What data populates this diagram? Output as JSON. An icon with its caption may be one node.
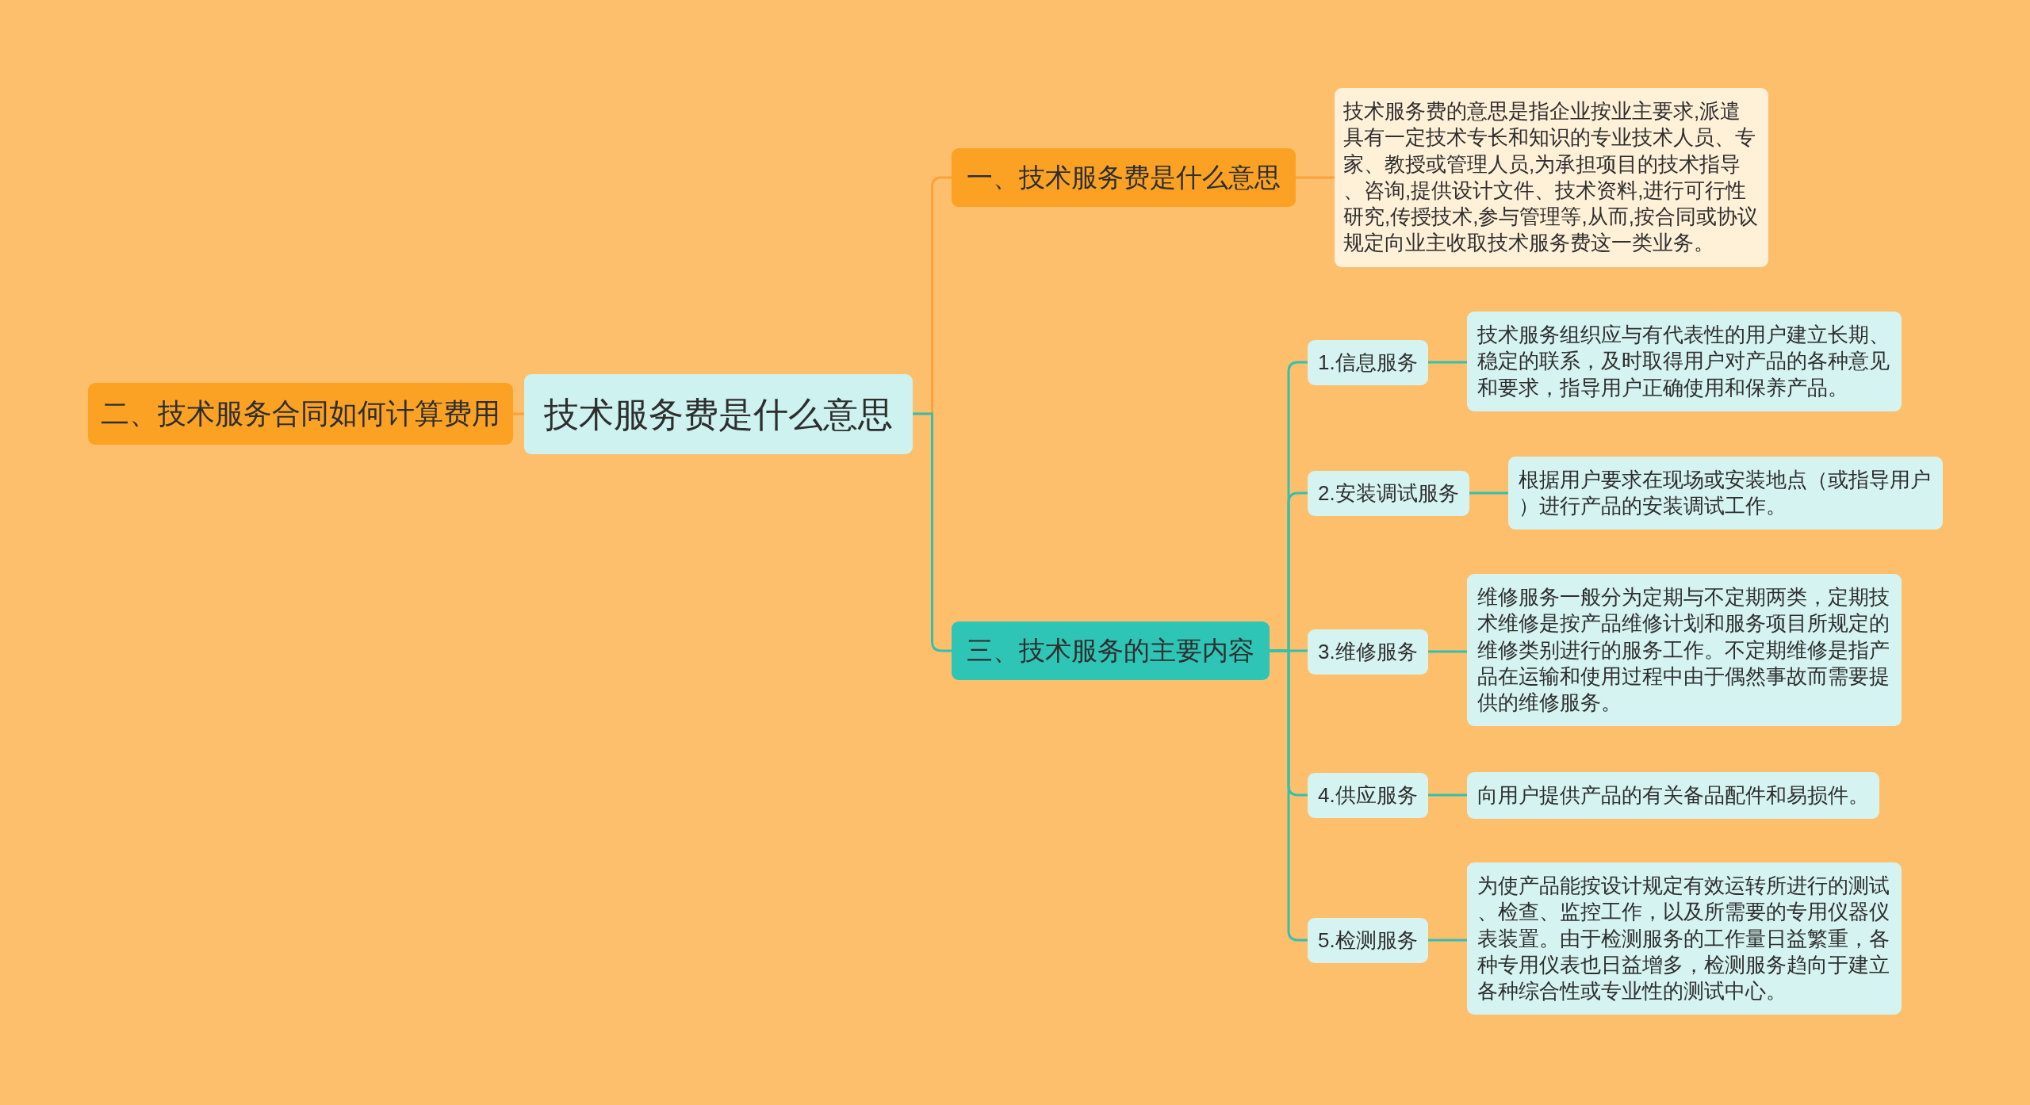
{
  "diagram": {
    "nodes": [
      {
        "text": [
          "技术服务费是什么意思"
        ]
      },
      {
        "text": [
          "一、技术服务费是什么意思"
        ]
      },
      {
        "text": [
          "技术服务费的意思是指企业按业主要求,派遣具有一定技术专长和知识的专业技术人员、专家、教授或管理人员,为承担项目的技术指导、咨询,提供设计文件、技术资料,进行可行性研究,传授技术,参与管理等,从而,按合同或协议规定向业主收取技术服务费这一类业务。"
        ]
      },
      {
        "text": [
          "三、技术服务的主要内容"
        ]
      },
      {
        "text": [
          "1.信息服务"
        ]
      },
      {
        "text": [
          "技术服务组织应与有代表性的用户建立长期、稳定的联系，及时取得用户对产品的各种意见和要求，指导用户正确使用和保养产品。"
        ]
      },
      {
        "text": [
          "2.安装调试服务"
        ]
      },
      {
        "text": [
          "根据用户要求在现场或安装地点（或指导用户）进行产品的安装调试工作。"
        ]
      },
      {
        "text": [
          "3.维修服务"
        ]
      },
      {
        "text": [
          "维修服务一般分为定期与不定期两类，定期技术维修是按产品维修计划和服务项目所规定的维修类别进行的服务工作。不定期维修是指产品在运输和使用过程中由于偶然事故而需要提供的维修服务。"
        ]
      },
      {
        "text": [
          "4.供应服务"
        ]
      },
      {
        "text": [
          "向用户提供产品的有关备品配件和易损件。"
        ]
      },
      {
        "text": [
          "5.检测服务"
        ]
      },
      {
        "text": [
          "为使产品能按设计规定有效运转所进行的测试、检查、监控工作，以及所需要的专用仪器仪表装置。由于检测服务的工作量日益繁重，各种专用仪表也日益增多，检测服务趋向于建立各种综合性或专业性的测试中心。"
        ]
      },
      {
        "text": [
          "二、技术服务合同如何计算费用"
        ]
      }
    ],
    "edges": [
      {
        "from": 0,
        "to": 14,
        "arrow": "none",
        "color": "#f7a23a"
      },
      {
        "from": 0,
        "to": 1,
        "arrow": "none",
        "color": "#f7a23a"
      },
      {
        "from": 0,
        "to": 3,
        "arrow": "none"
      },
      {
        "from": 1,
        "to": 2,
        "arrow": "none",
        "color": "#f7a23a"
      },
      {
        "from": 3,
        "to": 4,
        "arrow": "none"
      },
      {
        "from": 3,
        "to": 6,
        "arrow": "none"
      },
      {
        "from": 3,
        "to": 8,
        "arrow": "none"
      },
      {
        "from": 3,
        "to": 10,
        "arrow": "none"
      },
      {
        "from": 3,
        "to": 12,
        "arrow": "none"
      },
      {
        "from": 4,
        "to": 5,
        "arrow": "none"
      },
      {
        "from": 6,
        "to": 7,
        "arrow": "none"
      },
      {
        "from": 8,
        "to": 9,
        "arrow": "none"
      },
      {
        "from": 10,
        "to": 11,
        "arrow": "none"
      },
      {
        "from": 12,
        "to": 13,
        "arrow": "none"
      }
    ]
  }
}
